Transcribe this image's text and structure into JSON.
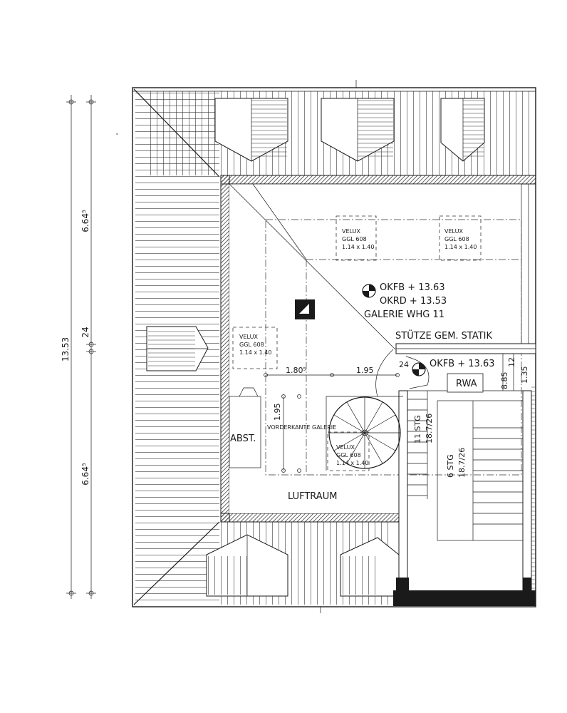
{
  "dimensions": {
    "total": "13.53",
    "upper": "6.64⁵",
    "lower": "6.64⁵",
    "middle": "24",
    "d_180": "1.80⁵",
    "d_195a": "1.95",
    "d_195b": "1.95",
    "d_24": "24",
    "d_885": "8.85",
    "d_12": "12",
    "d_135": "1.35"
  },
  "levels": {
    "okfb_main": "OKFB + 13.63",
    "okrd_main": "OKRD + 13.53",
    "okfb_small": "OKFB + 13.63"
  },
  "labels": {
    "galerie": "GALERIE WHG 11",
    "stuetze": "STÜTZE GEM. STATIK",
    "rwa": "RWA",
    "abst": "ABST.",
    "vorderkante": "VORDERKANTE GALERIE",
    "luftraum": "LUFTRAUM"
  },
  "stairs": {
    "stair1": "11 STG",
    "stair1_ratio": "18.7/26",
    "stair2": "6 STG",
    "stair2_ratio": "18.7/26"
  },
  "windows": [
    {
      "brand": "VELUX",
      "model": "GGL 608",
      "size": "1.14 x 1.40"
    },
    {
      "brand": "VELUX",
      "model": "GGL 608",
      "size": "1.14 x 1.40"
    },
    {
      "brand": "VELUX",
      "model": "GGL 608",
      "size": "1.14 x 1.40"
    },
    {
      "brand": "VELUX",
      "model": "GGL 608",
      "size": "1.14 x 1.40"
    }
  ]
}
